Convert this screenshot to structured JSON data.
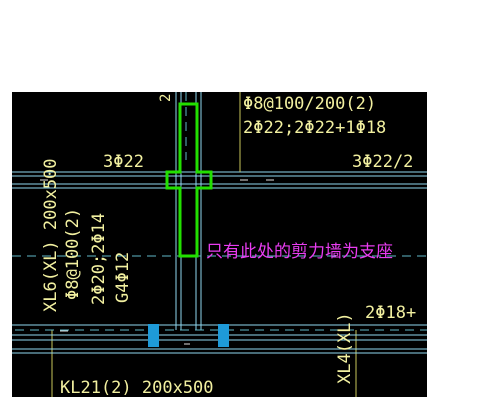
{
  "colors": {
    "background": "#000000",
    "annotation_text": "#f2f0a0",
    "highlight_outline": "#22e000",
    "note_text": "#e83cf0",
    "beam_lines": "#8fd8f0",
    "column_markers": "#1e9ad8"
  },
  "labels": {
    "top_cut": "2",
    "stirrup_top": "Φ8@100/200(2)",
    "rebar_top": "2Φ22;2Φ22+1Φ18",
    "top_left_bars": "3Φ22",
    "top_right_bars": "3Φ22/2",
    "xl6_name": "XL6(XL) 200x500",
    "xl6_stirrup": "Φ8@100(2)",
    "xl6_bars": "2Φ20;2Φ14",
    "xl6_side": "G4Φ12",
    "wall_support_note": "只有此处的剪力墙为支座",
    "right_bars": "2Φ18+",
    "xl4_name": "XL4(XL)",
    "kl21_name": "KL21(2) 200x500"
  }
}
